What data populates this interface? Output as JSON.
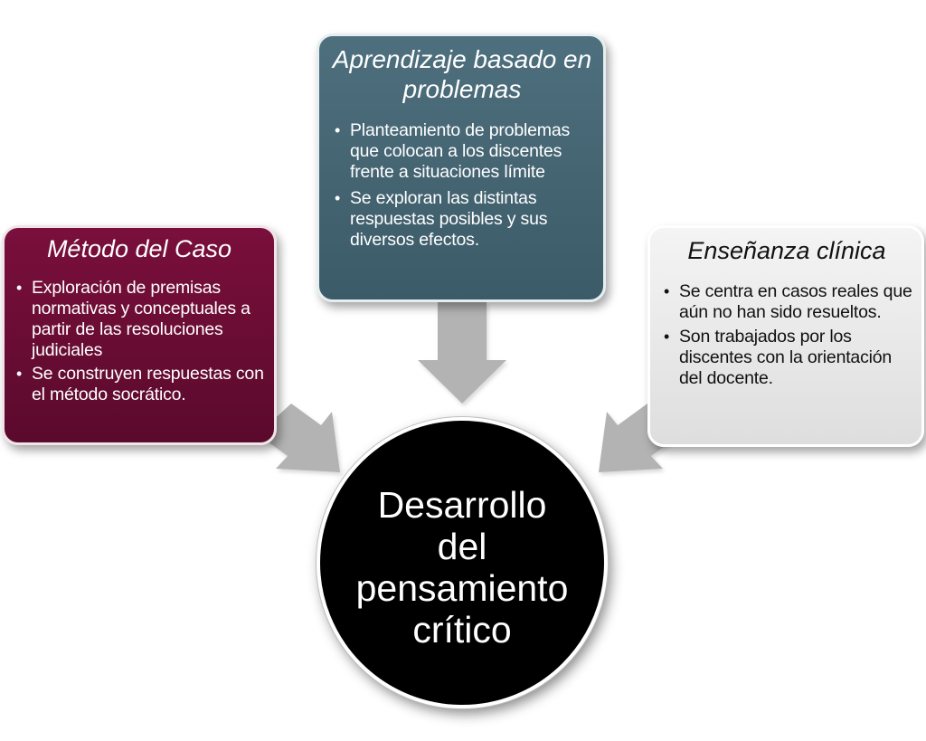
{
  "colors": {
    "caso_fill": "#6b0d35",
    "abp_fill": "#466572",
    "clinica_fill": "#e8e8e8",
    "center_fill": "#000000",
    "arrow_fill": "#b3b3b3"
  },
  "boxes": {
    "metodo_caso": {
      "title": "Método del Caso",
      "items": [
        "Exploración de premisas normativas y conceptuales a partir de las resoluciones judiciales",
        "Se construyen respuestas con el método socrático."
      ]
    },
    "aprendizaje": {
      "title": "Aprendizaje basado en problemas",
      "items": [
        "Planteamiento de problemas que colocan a los discentes frente a situaciones límite",
        "Se exploran las distintas respuestas posibles y sus diversos efectos."
      ]
    },
    "clinica": {
      "title": "Enseñanza clínica",
      "items": [
        "Se centra en casos reales que aún no han sido resueltos.",
        "Son trabajados por los discentes con la orientación del docente."
      ]
    }
  },
  "center": {
    "text": "Desarrollo del pensamiento crítico"
  }
}
